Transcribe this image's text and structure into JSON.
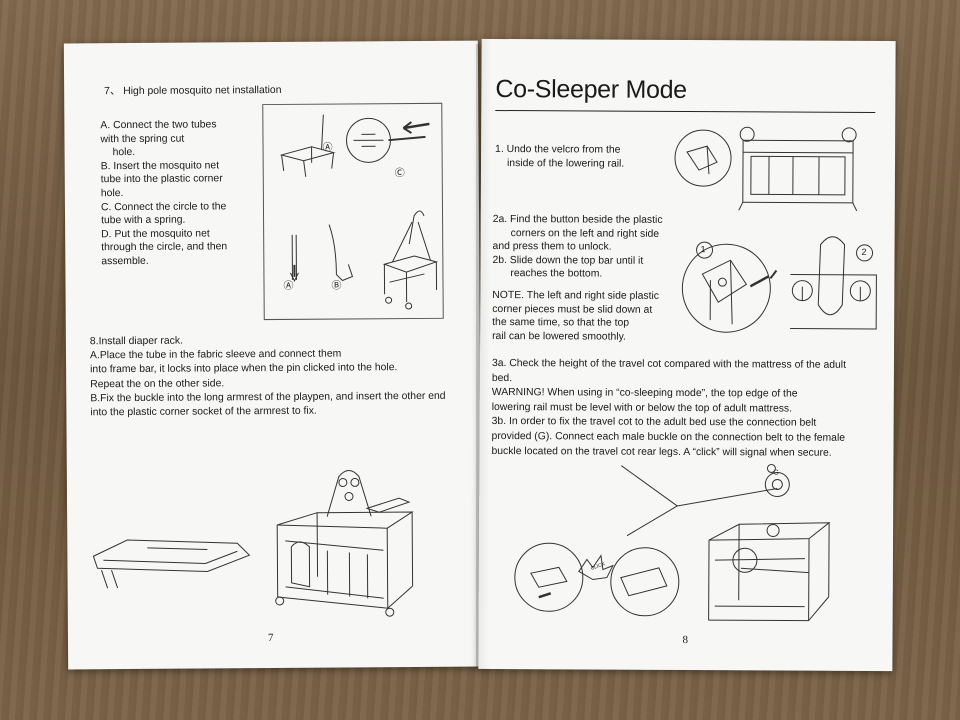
{
  "left_page": {
    "section7": {
      "title": "7、 High pole mosquito net installation",
      "steps": [
        "A. Connect the two tubes",
        "with the spring cut",
        "hole.",
        "B. Insert the mosquito net",
        "tube into the plastic corner",
        "hole.",
        "C. Connect the circle to the",
        "tube with a spring.",
        "D. Put the mosquito net",
        "through the circle, and then",
        "assemble."
      ],
      "fig_labels": [
        "Ⓐ",
        "Ⓒ",
        "Ⓐ",
        "Ⓑ"
      ]
    },
    "section8": {
      "lines": [
        "8.Install diaper rack.",
        "A.Place the tube in the fabric sleeve and connect them",
        "into frame bar, it locks into place when the pin clicked into the hole.",
        "Repeat the on the other side.",
        "B.Fix the buckle into the long armrest of the playpen, and insert the other end",
        "into the plastic corner socket of the armrest to fix."
      ]
    },
    "page_number": "7"
  },
  "right_page": {
    "title": "Co-Sleeper Mode",
    "step1": [
      "1. Undo the velcro from the",
      "inside of the lowering rail."
    ],
    "step2": [
      "2a.  Find the button beside the plastic",
      "corners on the left and right side",
      "and press them to unlock.",
      "2b.  Slide down the top bar until it",
      "reaches the bottom."
    ],
    "note": [
      "NOTE. The left and right side plastic",
      "corner pieces must be slid down at",
      "the same time, so that the top",
      "rail can be lowered smoothly."
    ],
    "step3": [
      "3a.  Check the height of the travel cot compared with the mattress of the adult",
      "bed.",
      "WARNING! When using in “co-sleeping mode”, the top edge of the",
      "lowering rail must be level with or below the top of adult mattress.",
      "3b.  In order to fix the travel cot to the adult bed use the connection belt",
      "provided (G). Connect each male buckle on the connection belt to the female",
      "buckle located on the travel cot rear legs. A “click” will signal when secure."
    ],
    "fig_labels": {
      "one": "1",
      "two": "2",
      "g": "G",
      "click": "CLICK"
    },
    "page_number": "8"
  }
}
